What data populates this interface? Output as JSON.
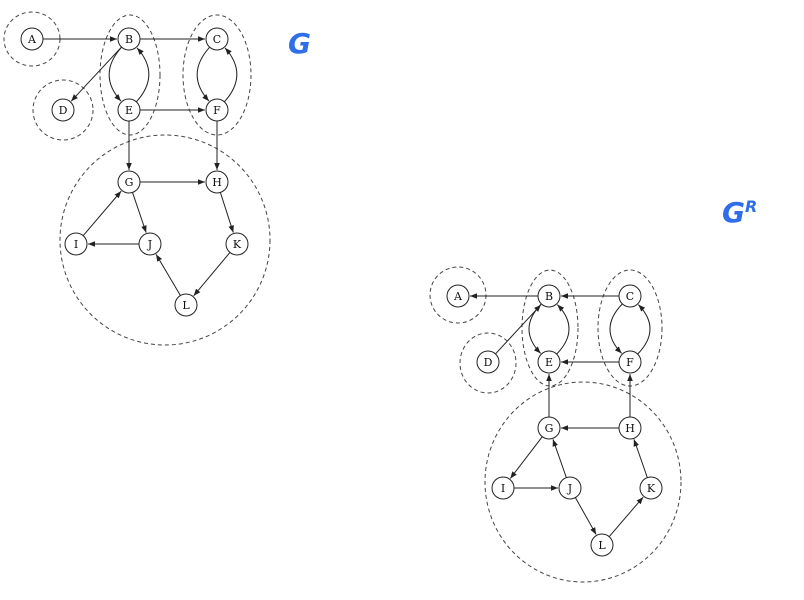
{
  "graphs": [
    {
      "id": "g",
      "title": "G",
      "title_sup": "",
      "title_color": "#2f6ee8",
      "nodes": [
        "A",
        "B",
        "C",
        "D",
        "E",
        "F",
        "G",
        "H",
        "I",
        "J",
        "K",
        "L"
      ],
      "edges": [
        [
          "A",
          "B"
        ],
        [
          "B",
          "C"
        ],
        [
          "B",
          "D"
        ],
        [
          "B",
          "E"
        ],
        [
          "E",
          "B"
        ],
        [
          "C",
          "F"
        ],
        [
          "F",
          "C"
        ],
        [
          "E",
          "F"
        ],
        [
          "E",
          "G"
        ],
        [
          "F",
          "H"
        ],
        [
          "G",
          "H"
        ],
        [
          "G",
          "J"
        ],
        [
          "J",
          "I"
        ],
        [
          "I",
          "G"
        ],
        [
          "H",
          "K"
        ],
        [
          "K",
          "L"
        ],
        [
          "L",
          "J"
        ]
      ],
      "components": [
        [
          "A"
        ],
        [
          "D"
        ],
        [
          "B",
          "E"
        ],
        [
          "C",
          "F"
        ],
        [
          "G",
          "H",
          "I",
          "J",
          "K",
          "L"
        ]
      ]
    },
    {
      "id": "gr",
      "title": "G",
      "title_sup": "R",
      "title_color": "#2f6ee8",
      "nodes": [
        "A",
        "B",
        "C",
        "D",
        "E",
        "F",
        "G",
        "H",
        "I",
        "J",
        "K",
        "L"
      ],
      "edges": [
        [
          "B",
          "A"
        ],
        [
          "C",
          "B"
        ],
        [
          "D",
          "B"
        ],
        [
          "B",
          "E"
        ],
        [
          "E",
          "B"
        ],
        [
          "C",
          "F"
        ],
        [
          "F",
          "C"
        ],
        [
          "F",
          "E"
        ],
        [
          "G",
          "E"
        ],
        [
          "H",
          "F"
        ],
        [
          "H",
          "G"
        ],
        [
          "J",
          "G"
        ],
        [
          "I",
          "J"
        ],
        [
          "G",
          "I"
        ],
        [
          "K",
          "H"
        ],
        [
          "L",
          "K"
        ],
        [
          "J",
          "L"
        ]
      ],
      "components": [
        [
          "A"
        ],
        [
          "D"
        ],
        [
          "B",
          "E"
        ],
        [
          "C",
          "F"
        ],
        [
          "G",
          "H",
          "I",
          "J",
          "K",
          "L"
        ]
      ]
    }
  ]
}
